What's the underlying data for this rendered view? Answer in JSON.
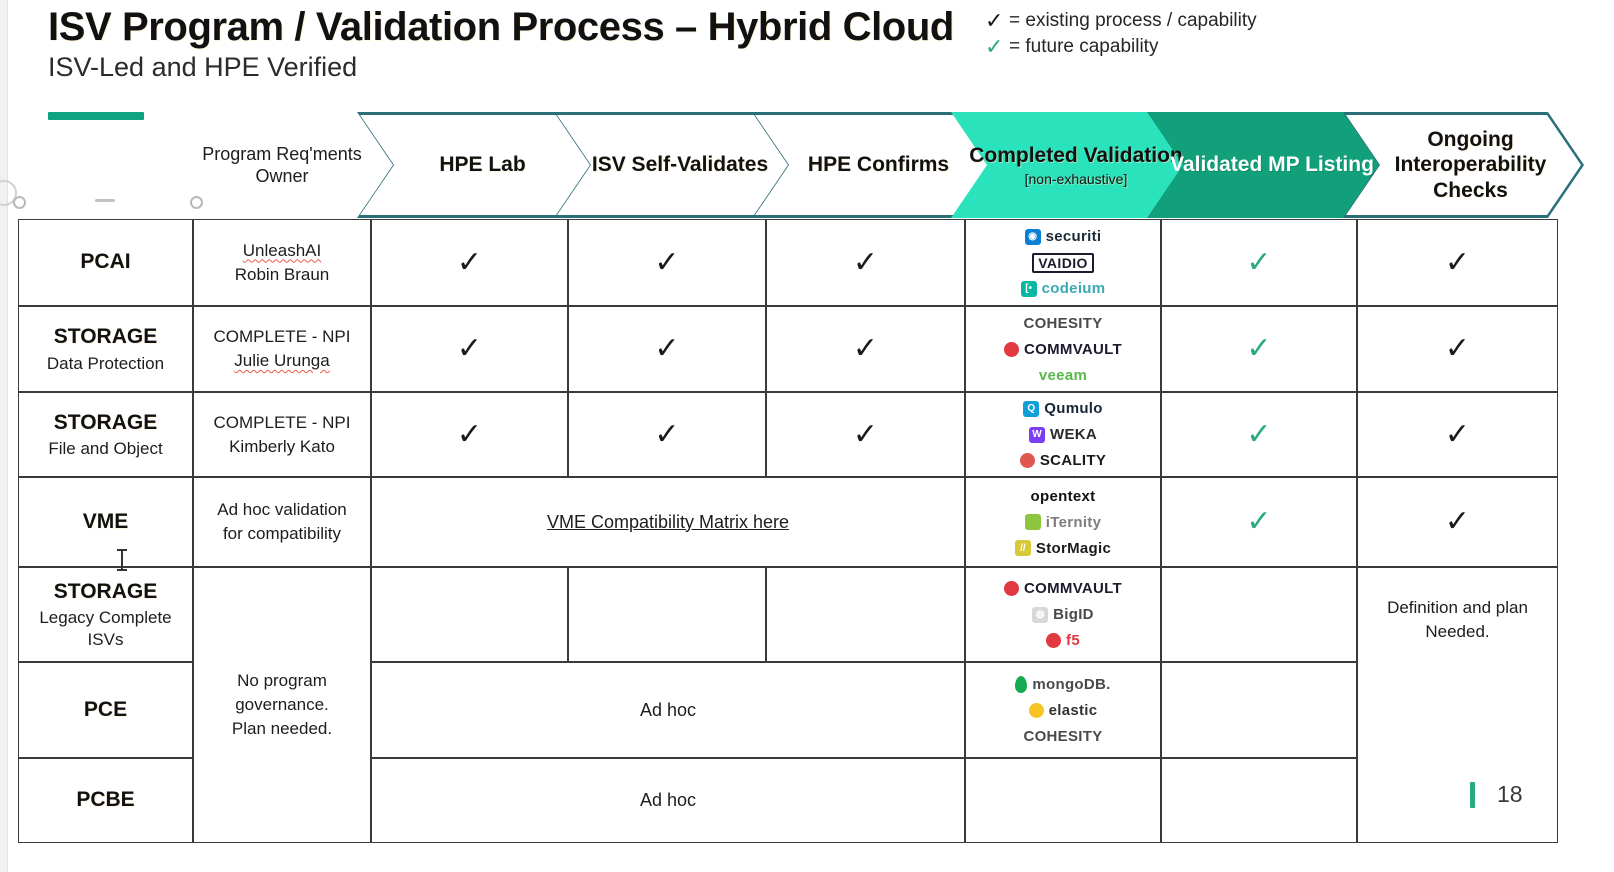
{
  "header": {
    "title": "ISV Program / Validation Process – Hybrid Cloud",
    "subtitle": "ISV-Led and HPE Verified",
    "legend": [
      {
        "mark": "✓",
        "style": "black",
        "text": "= existing process / capability"
      },
      {
        "mark": "✓",
        "style": "green",
        "text": "= future capability"
      }
    ]
  },
  "columns": {
    "segment_header": "",
    "owner_header": "Program Req'ments Owner",
    "stages": [
      {
        "label": "HPE Lab",
        "sub": "",
        "fill": "white"
      },
      {
        "label": "ISV Self-Validates",
        "sub": "",
        "fill": "white"
      },
      {
        "label": "HPE Confirms",
        "sub": "",
        "fill": "white"
      },
      {
        "label": "Completed Validation",
        "sub": "[non-exhaustive]",
        "fill": "mint"
      },
      {
        "label": "Validated MP Listing",
        "sub": "",
        "fill": "dark"
      },
      {
        "label": "Ongoing Interoperability Checks",
        "sub": "",
        "fill": "white"
      }
    ]
  },
  "rows": [
    {
      "segment": "PCAI",
      "segment_sub": "",
      "owner_line1": "UnleashAI",
      "owner_line2": "Robin Braun",
      "owner_line1_spell": true,
      "owner_line2_spell": false,
      "hpe_lab": "✓",
      "isv_self": "✓",
      "hpe_confirms": "✓",
      "logos": [
        {
          "name": "securiti",
          "text": "securiti",
          "icon": "square",
          "icon_color": "#0b7fd4",
          "icon_glyph": "◉",
          "text_color": "#1b2a3a"
        },
        {
          "name": "vaidio",
          "text": "VAIDIO",
          "icon": "box",
          "text_color": "#1b1b2e"
        },
        {
          "name": "codeium",
          "text": "codeium",
          "icon": "square",
          "icon_color": "#09b6a2",
          "icon_glyph": "[•]",
          "text_color": "#3aa9b5"
        }
      ],
      "mp_listing": "✓",
      "mp_listing_style": "green",
      "ongoing": "✓",
      "ongoing_style": "black"
    },
    {
      "segment": "STORAGE",
      "segment_sub": "Data Protection",
      "owner_line1": "COMPLETE - NPI",
      "owner_line2": "Julie Urunga",
      "owner_line1_spell": false,
      "owner_line2_spell": true,
      "hpe_lab": "✓",
      "isv_self": "✓",
      "hpe_confirms": "✓",
      "logos": [
        {
          "name": "cohesity",
          "text": "COHESITY",
          "icon": "none",
          "text_color": "#4a4a4a"
        },
        {
          "name": "commvault",
          "text": "COMMVAULT",
          "icon": "dot",
          "icon_color": "#e2383f",
          "text_color": "#1b1b2e"
        },
        {
          "name": "veeam",
          "text": "veeam",
          "icon": "none",
          "text_color": "#56b948"
        }
      ],
      "mp_listing": "✓",
      "mp_listing_style": "green",
      "ongoing": "✓",
      "ongoing_style": "black"
    },
    {
      "segment": "STORAGE",
      "segment_sub": "File and Object",
      "owner_line1": "COMPLETE - NPI",
      "owner_line2": "Kimberly Kato",
      "owner_line1_spell": false,
      "owner_line2_spell": false,
      "hpe_lab": "✓",
      "isv_self": "✓",
      "hpe_confirms": "✓",
      "logos": [
        {
          "name": "qumulo",
          "text": "Qumulo",
          "icon": "square",
          "icon_color": "#0f9fd8",
          "icon_glyph": "Q",
          "text_color": "#17243a"
        },
        {
          "name": "weka",
          "text": "WEKA",
          "icon": "square",
          "icon_color": "#7a3ff2",
          "icon_glyph": "W",
          "text_color": "#2a2a2a"
        },
        {
          "name": "scality",
          "text": "SCALITY",
          "icon": "dot",
          "icon_color": "#e0574f",
          "text_color": "#1b1b1b"
        }
      ],
      "mp_listing": "✓",
      "mp_listing_style": "green",
      "ongoing": "✓",
      "ongoing_style": "black"
    },
    {
      "segment": "VME",
      "segment_sub": "",
      "owner_line1": "Ad hoc validation",
      "owner_line2": "for compatibility",
      "owner_line1_spell": false,
      "owner_line2_spell": false,
      "span_link": "VME Compatibility Matrix here",
      "logos": [
        {
          "name": "opentext",
          "text": "opentext",
          "icon": "none",
          "text_color": "#111111"
        },
        {
          "name": "iternity",
          "text": "iTernity",
          "icon": "square",
          "icon_color": "#8cc63f",
          "icon_glyph": " ",
          "text_color": "#7d7d7d"
        },
        {
          "name": "stormagic",
          "text": "StorMagic",
          "icon": "square",
          "icon_color": "#d8c93a",
          "icon_glyph": "///",
          "text_color": "#1b1b1b"
        }
      ],
      "mp_listing": "✓",
      "mp_listing_style": "green",
      "ongoing": "✓",
      "ongoing_style": "black"
    },
    {
      "segment": "STORAGE",
      "segment_sub": "Legacy Complete ISVs",
      "logos": [
        {
          "name": "commvault",
          "text": "COMMVAULT",
          "icon": "dot",
          "icon_color": "#e2383f",
          "text_color": "#1b1b2e"
        },
        {
          "name": "bigid",
          "text": "BigID",
          "icon": "square",
          "icon_color": "#d8d8d8",
          "icon_glyph": "◍",
          "text_color": "#4a4a4a"
        },
        {
          "name": "f5",
          "text": "f5",
          "icon": "dot",
          "icon_color": "#e2383f",
          "text_color": "#e2383f"
        }
      ],
      "mp_listing": "",
      "ongoing": ""
    },
    {
      "segment": "PCE",
      "segment_sub": "",
      "span_text": "Ad hoc",
      "logos": [
        {
          "name": "mongodb",
          "text": "mongoDB.",
          "icon": "leaf",
          "icon_color": "#13aa52",
          "text_color": "#4a4a4a"
        },
        {
          "name": "elastic",
          "text": "elastic",
          "icon": "dot",
          "icon_color": "#f7c325",
          "text_color": "#333333"
        },
        {
          "name": "cohesity",
          "text": "COHESITY",
          "icon": "none",
          "text_color": "#4a4a4a"
        }
      ],
      "mp_listing": "",
      "ongoing": ""
    },
    {
      "segment": "PCBE",
      "segment_sub": "",
      "span_text": "Ad hoc",
      "logos": [],
      "mp_listing": "",
      "ongoing": ""
    }
  ],
  "merged": {
    "owner_no_program_l1": "No program",
    "owner_no_program_l2": "governance.",
    "owner_no_program_l3": "Plan needed.",
    "ongoing_definition_l1": "Definition and plan",
    "ongoing_definition_l2": "Needed."
  },
  "footer": {
    "page_number": "18"
  },
  "colors": {
    "mint": "#2ae3bd",
    "dark_green": "#11a07a",
    "chevron_outline": "#2b6f79",
    "accent": "#10a37f",
    "check_green": "#2aab7e"
  }
}
